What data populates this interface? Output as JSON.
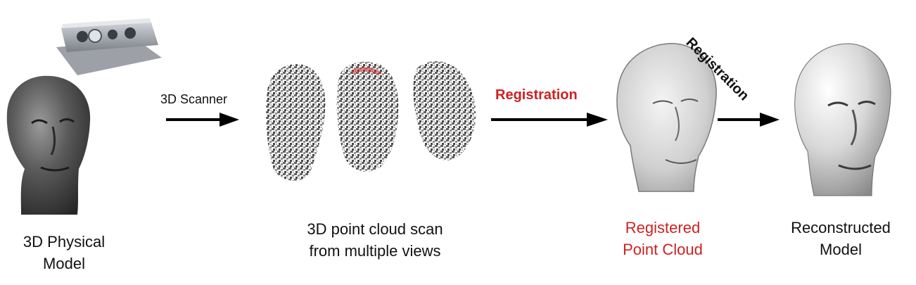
{
  "stages": {
    "physical": {
      "caption": [
        "3D Physical",
        "Model"
      ]
    },
    "scans": {
      "caption": [
        "3D point cloud scan",
        "from multiple views"
      ]
    },
    "registered": {
      "caption": [
        "Registered",
        "Point Cloud"
      ]
    },
    "reconstructed": {
      "caption": [
        "Reconstructed",
        "Model"
      ]
    }
  },
  "arrows": {
    "scanner": {
      "label": "3D Scanner"
    },
    "registration": {
      "label": "Registration"
    },
    "reconstruction": {
      "label": "Registration"
    }
  },
  "colors": {
    "highlight": "#cc2222",
    "arrow": "#000000",
    "text": "#111111"
  },
  "icons": [
    "depth-camera-icon",
    "head-bust-icon",
    "point-cloud-icon",
    "registered-cloud-icon",
    "reconstructed-mesh-icon"
  ]
}
